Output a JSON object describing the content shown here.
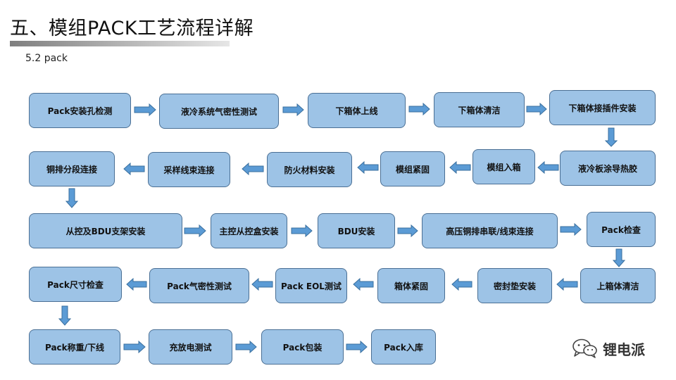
{
  "header": {
    "title": "五、模组PACK工艺流程详解",
    "subtitle": "5.2 pack"
  },
  "colors": {
    "box_fill": "#9dc3e6",
    "box_border": "#4a6f94",
    "arrow_fill": "#5b9bd5",
    "arrow_border": "#3a6f9e"
  },
  "steps": [
    "Pack安装孔检测",
    "液冷系统气密性测试",
    "下箱体上线",
    "下箱体清洁",
    "下箱体接插件安装",
    "液冷板涂导热胶",
    "模组入箱",
    "模组紧固",
    "防火材料安装",
    "采样线束连接",
    "铜排分段连接",
    "从控及BDU支架安装",
    "主控从控盒安装",
    "BDU安装",
    "高压铜排串联/线束连接",
    "Pack检查",
    "上箱体清洁",
    "密封垫安装",
    "箱体紧固",
    "Pack EOL测试",
    "Pack气密性测试",
    "Pack尺寸检查",
    "Pack称重/下线",
    "充放电测试",
    "Pack包装",
    "Pack入库"
  ],
  "watermark": {
    "text": "锂电派",
    "icon": "wechat-icon"
  }
}
